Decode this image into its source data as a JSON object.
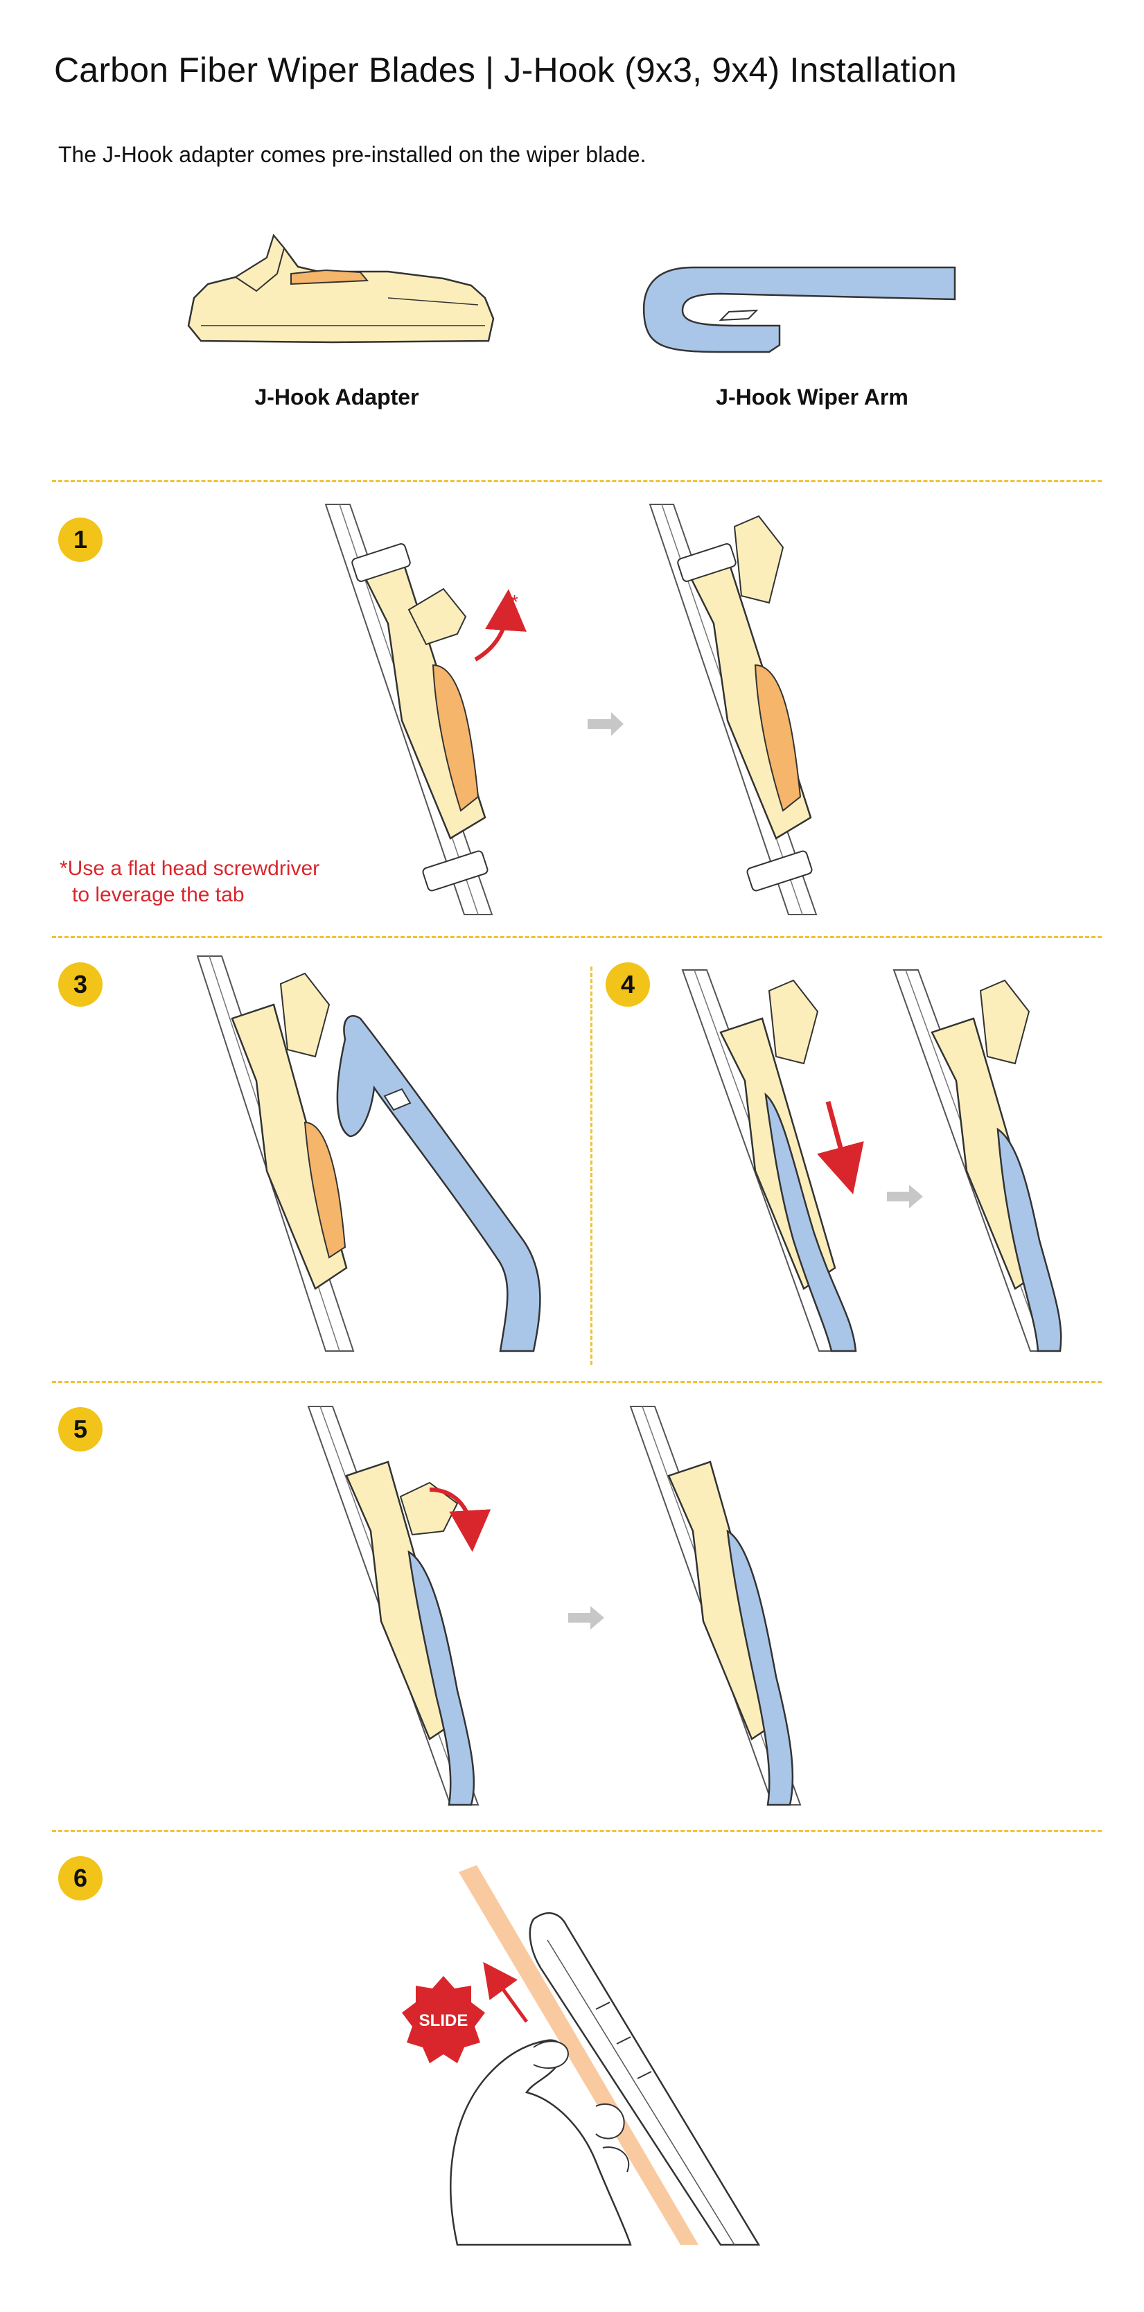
{
  "title": "Carbon Fiber Wiper Blades | J-Hook (9x3, 9x4) Installation",
  "subtitle": "The J-Hook adapter comes pre-installed on the wiper blade.",
  "parts": {
    "adapter_label": "J-Hook Adapter",
    "arm_label": "J-Hook Wiper Arm"
  },
  "steps": [
    {
      "number": "1"
    },
    {
      "number": "3"
    },
    {
      "number": "4"
    },
    {
      "number": "5"
    },
    {
      "number": "6"
    }
  ],
  "note": {
    "line1": "*Use a flat head screwdriver",
    "line2": "to leverage the tab",
    "asterisk": "*"
  },
  "slide_badge": "SLIDE",
  "colors": {
    "accent_yellow": "#f2c318",
    "divider": "#f1c232",
    "arrow_red": "#d9262c",
    "adapter_fill": "#fbeebb",
    "adapter_orange": "#f5b56a",
    "arm_blue": "#a9c6e8",
    "arrow_gray": "#c7c7c7",
    "strip_peach": "#f9caa0"
  }
}
